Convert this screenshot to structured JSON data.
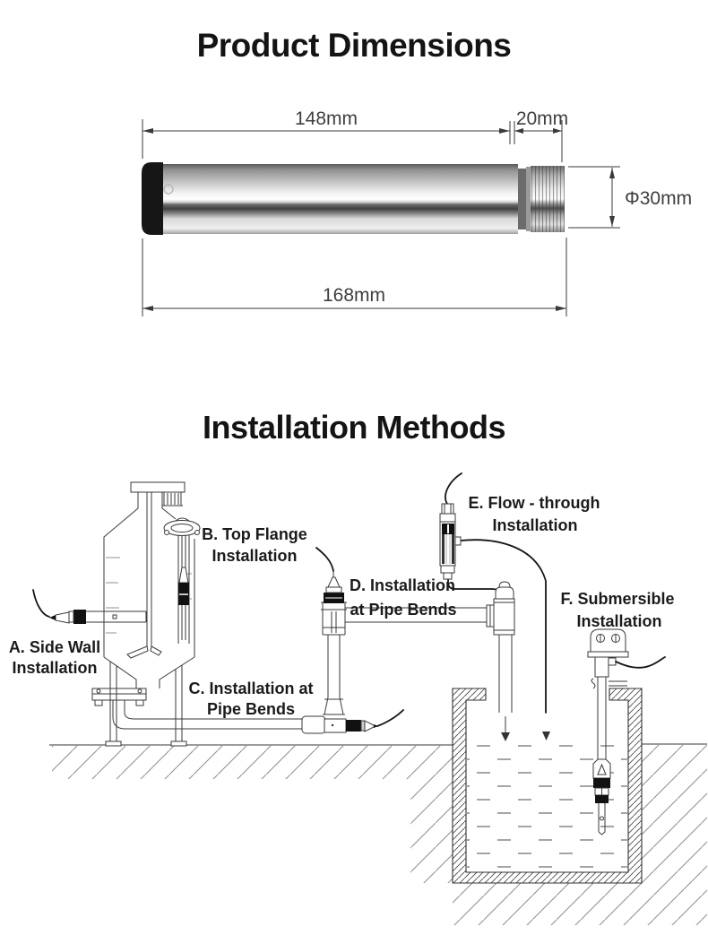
{
  "sections": {
    "product_dimensions_title": "Product Dimensions",
    "installation_methods_title": "Installation Methods"
  },
  "dimensions": {
    "body_length": "148mm",
    "thread_length": "20mm",
    "diameter": "Φ30mm",
    "total_length": "168mm"
  },
  "installation": {
    "methods": [
      {
        "id": "A",
        "line1": "A. Side Wall",
        "line2": "Installation"
      },
      {
        "id": "B",
        "line1": "B. Top Flange",
        "line2": "Installation"
      },
      {
        "id": "C",
        "line1": "C. Installation at",
        "line2": "Pipe Bends"
      },
      {
        "id": "D",
        "line1": "D. Installation",
        "line2": "at Pipe Bends"
      },
      {
        "id": "E",
        "line1": "E. Flow - through",
        "line2": "Installation"
      },
      {
        "id": "F",
        "line1": "F. Submersible",
        "line2": "Installation"
      }
    ]
  }
}
